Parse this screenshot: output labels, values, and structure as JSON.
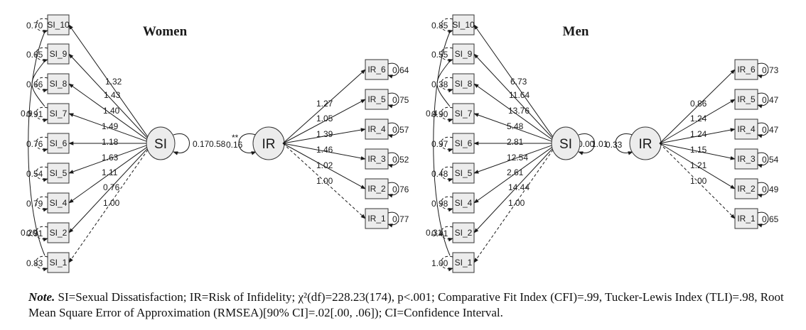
{
  "panels": [
    {
      "title": "Women",
      "latent_left": "SI",
      "latent_right": "IR",
      "si_items": [
        {
          "label": "SI_10",
          "loading": "1.32",
          "residual": "0.70"
        },
        {
          "label": "SI_9",
          "loading": "1.43",
          "residual": "0.65"
        },
        {
          "label": "SI_8",
          "loading": "1.40",
          "residual": "0.66"
        },
        {
          "label": "SI_7",
          "loading": "1.49",
          "residual": "0.91"
        },
        {
          "label": "SI_6",
          "loading": "1.18",
          "residual": "0.76"
        },
        {
          "label": "SI_5",
          "loading": "1.63",
          "residual": "0.54"
        },
        {
          "label": "SI_4",
          "loading": "1.11",
          "residual": "0.79"
        },
        {
          "label": "SI_2",
          "loading": "0.76",
          "residual": "0.91"
        },
        {
          "label": "SI_1",
          "loading": "1.00",
          "residual": "0.83"
        }
      ],
      "ir_items": [
        {
          "label": "IR_6",
          "loading": "1.27",
          "residual": "0.64"
        },
        {
          "label": "IR_5",
          "loading": "1.05",
          "residual": "0.75"
        },
        {
          "label": "IR_4",
          "loading": "1.39",
          "residual": "0.57"
        },
        {
          "label": "IR_3",
          "loading": "1.46",
          "residual": "0.52"
        },
        {
          "label": "IR_2",
          "loading": "1.02",
          "residual": "0.76"
        },
        {
          "label": "IR_1",
          "loading": "1.00",
          "residual": "0.77"
        }
      ],
      "extra_cov_a": "0.90",
      "extra_cov_b": "0.20",
      "si_variance": "0.17",
      "path_coef": "0.58",
      "significance": "**",
      "ir_variance": "0.16"
    },
    {
      "title": "Men",
      "latent_left": "SI",
      "latent_right": "IR",
      "si_items": [
        {
          "label": "SI_10",
          "loading": "6.73",
          "residual": "0.85"
        },
        {
          "label": "SI_9",
          "loading": "11.64",
          "residual": "0.55"
        },
        {
          "label": "SI_8",
          "loading": "13.76",
          "residual": "0.38"
        },
        {
          "label": "SI_7",
          "loading": "5.48",
          "residual": "0.90"
        },
        {
          "label": "SI_6",
          "loading": "2.81",
          "residual": "0.97"
        },
        {
          "label": "SI_5",
          "loading": "12.54",
          "residual": "0.48"
        },
        {
          "label": "SI_4",
          "loading": "2.61",
          "residual": "0.98"
        },
        {
          "label": "SI_2",
          "loading": "14.44",
          "residual": "0.41"
        },
        {
          "label": "SI_1",
          "loading": "1.00",
          "residual": "1.00"
        }
      ],
      "ir_items": [
        {
          "label": "IR_6",
          "loading": "0.86",
          "residual": "0.73"
        },
        {
          "label": "IR_5",
          "loading": "1.24",
          "residual": "0.47"
        },
        {
          "label": "IR_4",
          "loading": "1.24",
          "residual": "0.47"
        },
        {
          "label": "IR_3",
          "loading": "1.15",
          "residual": "0.54"
        },
        {
          "label": "IR_2",
          "loading": "1.21",
          "residual": "0.49"
        },
        {
          "label": "IR_1",
          "loading": "1.00",
          "residual": "0.65"
        }
      ],
      "extra_cov_a": "0.40",
      "extra_cov_b": "0.31",
      "si_variance": "0.00",
      "path_coef": "1.01",
      "significance": "",
      "ir_variance": "0.33"
    }
  ],
  "note": {
    "label": "Note.",
    "text": " SI=Sexual Dissatisfaction; IR=Risk of Infidelity; χ²(df)=228.23(174), p<.001; Comparative Fit Index (CFI)=.99, Tucker-Lewis Index (TLI)=.98, Root Mean Square Error of Approximation (RMSEA)[90% CI]=.02[.00, .06]); CI=Confidence Interval."
  },
  "colors": {
    "box_fill": "#ececec",
    "stroke": "#333333"
  }
}
